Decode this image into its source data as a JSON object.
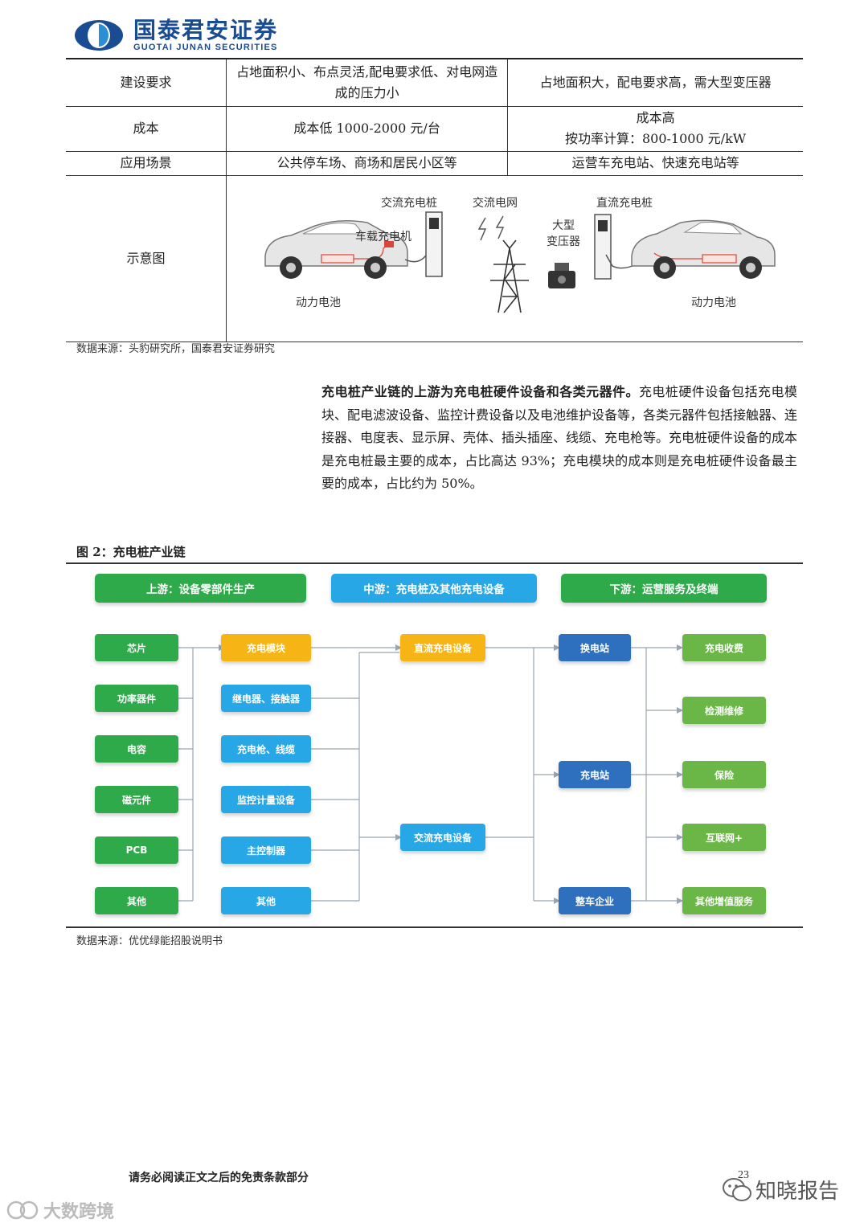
{
  "header": {
    "brand_cn": "国泰君安证券",
    "brand_en": "GUOTAI JUNAN SECURITIES",
    "brand_color": "#1a4c94"
  },
  "table": {
    "rows": [
      {
        "label": "建设要求",
        "a": "占地面积小、布点灵活,配电要求低、对电网造成的压力小",
        "b": "占地面积大，配电要求高，需大型变压器"
      },
      {
        "label": "成本",
        "a": "成本低 1000-2000 元/台",
        "b_line1": "成本高",
        "b_line2": "按功率计算：800-1000 元/kW"
      },
      {
        "label": "应用场景",
        "a": "公共停车场、商场和居民小区等",
        "b": "运营车充电站、快速充电站等"
      },
      {
        "label": "示意图"
      }
    ],
    "diagram": {
      "ac_pile": "交流充电桩",
      "ac_grid": "交流电网",
      "dc_pile": "直流充电桩",
      "onboard_charger": "车载充电机",
      "transformer": "大型变压器",
      "battery_left": "动力电池",
      "battery_right": "动力电池"
    }
  },
  "source1": "数据来源：头豹研究所，国泰君安证券研究",
  "paragraph": {
    "bold": "充电桩产业链的上游为充电桩硬件设备和各类元器件。",
    "rest": "充电桩硬件设备包括充电模块、配电滤波设备、监控计费设备以及电池维护设备等，各类元器件包括接触器、连接器、电度表、显示屏、壳体、插头插座、线缆、充电枪等。充电桩硬件设备的成本是充电桩最主要的成本，占比高达 93%；充电模块的成本则是充电桩硬件设备最主要的成本，占比约为 50%。"
  },
  "figure": {
    "title": "图 2：充电桩产业链",
    "headers": [
      "上游：设备零部件生产",
      "中游：充电桩及其他充电设备",
      "下游：运营服务及终端"
    ],
    "components": [
      "芯片",
      "功率器件",
      "电容",
      "磁元件",
      "PCB",
      "其他"
    ],
    "modules": [
      "充电模块",
      "继电器、接触器",
      "充电枪、线缆",
      "监控计量设备",
      "主控制器",
      "其他"
    ],
    "equipment": [
      "直流充电设备",
      "交流充电设备"
    ],
    "operators": [
      "换电站",
      "充电站",
      "整车企业"
    ],
    "services": [
      "充电收费",
      "检测维修",
      "保险",
      "互联网+",
      "其他增值服务"
    ],
    "colors": {
      "green": "#2eaa4a",
      "light_green": "#6ab647",
      "blue": "#28a7e6",
      "yellow": "#f7b515",
      "navy": "#2e6fbe"
    }
  },
  "source2": "数据来源：优优绿能招股说明书",
  "footer": {
    "note": "请务必阅读正文之后的免责条款部分",
    "page": "23",
    "watermark_right": "知晓报告",
    "watermark_left": "大数跨境"
  }
}
